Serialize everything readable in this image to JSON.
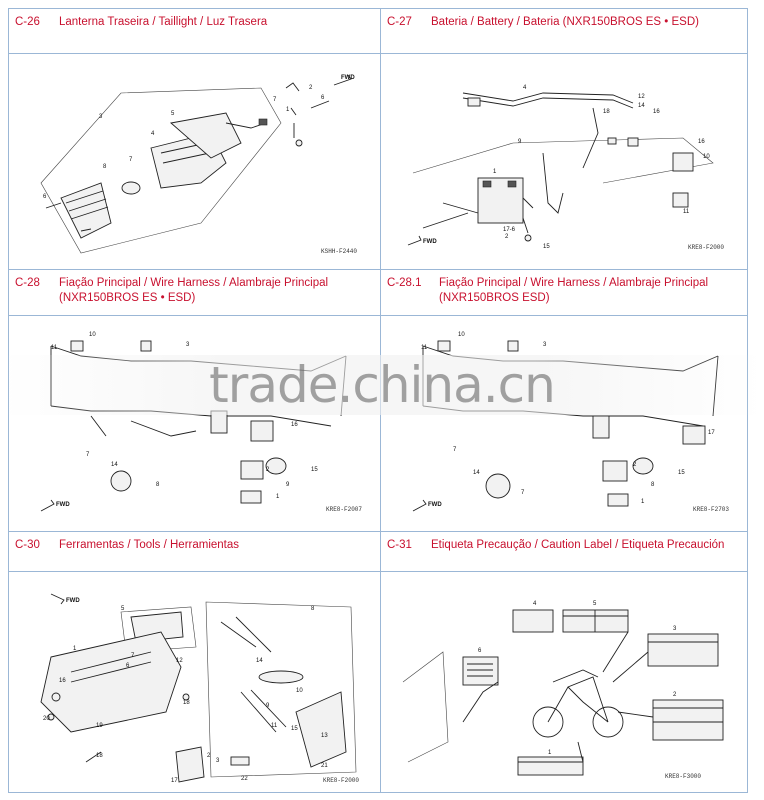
{
  "sections": [
    {
      "code": "C-26",
      "title": "Lanterna Traseira / Taillight / Luz Trasera",
      "drawing_code": "KSHH-F2440"
    },
    {
      "code": "C-27",
      "title": "Bateria / Battery / Bateria (NXR150BROS ES • ESD)",
      "drawing_code": "KRE8-F2000"
    },
    {
      "code": "C-28",
      "title": "Fiação Principal / Wire Harness / Alambraje Principal (NXR150BROS ES • ESD)",
      "drawing_code": "KRE8-F2007"
    },
    {
      "code": "C-28.1",
      "title": "Fiação Principal / Wire Harness / Alambraje Principal (NXR150BROS ESD)",
      "drawing_code": "KRE8-F2703"
    },
    {
      "code": "C-30",
      "title": "Ferramentas / Tools / Herramientas",
      "drawing_code": "KRE8-F2000"
    },
    {
      "code": "C-31",
      "title": "Etiqueta Precaução / Caution Label / Etiqueta Precaución",
      "drawing_code": "KRE8-F3000"
    }
  ],
  "fwd_label": "FWD",
  "watermark": "trade.china.cn",
  "colors": {
    "header_text": "#c8102e",
    "border": "#9bb7d6"
  }
}
